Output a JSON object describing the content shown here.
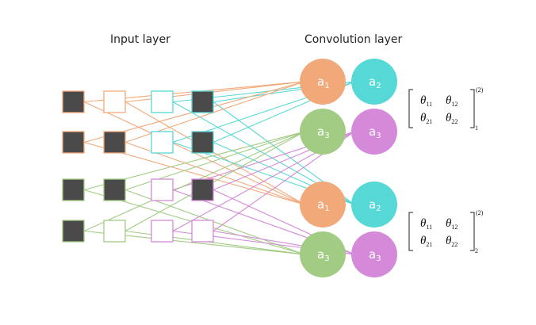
{
  "titles": {
    "input_layer": "Input layer",
    "convolution_layer": "Convolution layer"
  },
  "colors": {
    "orange": "#F2A97A",
    "cyan": "#56D9D6",
    "green": "#A2CB83",
    "purple": "#D48AD8",
    "filled_pixel": "#4A4A4A",
    "empty_pixel": "#FFFFFF"
  },
  "input_grid": {
    "rows": 4,
    "cols": 4,
    "pixels": [
      [
        {
          "filled": true,
          "group": "orange"
        },
        {
          "filled": false,
          "group": "orange"
        },
        {
          "filled": false,
          "group": "cyan"
        },
        {
          "filled": true,
          "group": "cyan"
        }
      ],
      [
        {
          "filled": true,
          "group": "orange"
        },
        {
          "filled": true,
          "group": "orange"
        },
        {
          "filled": false,
          "group": "cyan"
        },
        {
          "filled": true,
          "group": "cyan"
        }
      ],
      [
        {
          "filled": true,
          "group": "green"
        },
        {
          "filled": true,
          "group": "green"
        },
        {
          "filled": false,
          "group": "purple"
        },
        {
          "filled": true,
          "group": "purple"
        }
      ],
      [
        {
          "filled": true,
          "group": "green"
        },
        {
          "filled": false,
          "group": "green"
        },
        {
          "filled": false,
          "group": "purple"
        },
        {
          "filled": false,
          "group": "purple"
        }
      ]
    ]
  },
  "conv_groups": [
    {
      "nodes": [
        {
          "label": "a",
          "sub": "1",
          "color": "orange"
        },
        {
          "label": "a",
          "sub": "2",
          "color": "cyan"
        },
        {
          "label": "a",
          "sub": "3",
          "color": "green"
        },
        {
          "label": "a",
          "sub": "3",
          "color": "purple"
        }
      ],
      "filter": {
        "entries": [
          [
            "θ",
            "11"
          ],
          [
            "θ",
            "12"
          ],
          [
            "θ",
            "21"
          ],
          [
            "θ",
            "22"
          ]
        ],
        "superscript": "(2)",
        "subscript": "1"
      }
    },
    {
      "nodes": [
        {
          "label": "a",
          "sub": "1",
          "color": "orange"
        },
        {
          "label": "a",
          "sub": "2",
          "color": "cyan"
        },
        {
          "label": "a",
          "sub": "3",
          "color": "green"
        },
        {
          "label": "a",
          "sub": "3",
          "color": "purple"
        }
      ],
      "filter": {
        "entries": [
          [
            "θ",
            "11"
          ],
          [
            "θ",
            "12"
          ],
          [
            "θ",
            "21"
          ],
          [
            "θ",
            "22"
          ]
        ],
        "superscript": "(2)",
        "subscript": "2"
      }
    }
  ]
}
